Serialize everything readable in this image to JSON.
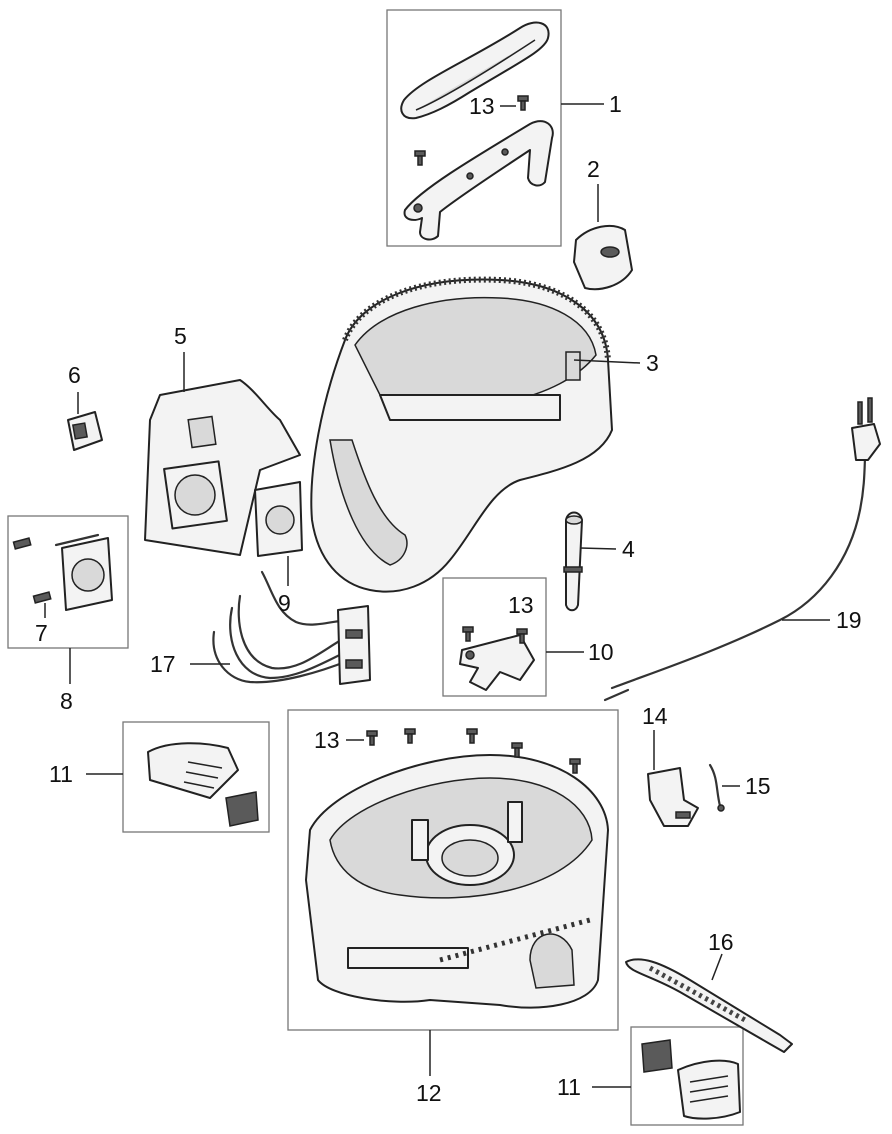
{
  "callouts": [
    {
      "id": "1",
      "text": "1"
    },
    {
      "id": "2",
      "text": "2"
    },
    {
      "id": "3",
      "text": "3"
    },
    {
      "id": "4",
      "text": "4"
    },
    {
      "id": "5",
      "text": "5"
    },
    {
      "id": "6",
      "text": "6"
    },
    {
      "id": "7",
      "text": "7"
    },
    {
      "id": "8",
      "text": "8"
    },
    {
      "id": "9",
      "text": "9"
    },
    {
      "id": "10",
      "text": "10"
    },
    {
      "id": "11a",
      "text": "11"
    },
    {
      "id": "11b",
      "text": "11"
    },
    {
      "id": "12",
      "text": "12"
    },
    {
      "id": "13a",
      "text": "13"
    },
    {
      "id": "13b",
      "text": "13"
    },
    {
      "id": "13c",
      "text": "13"
    },
    {
      "id": "14",
      "text": "14"
    },
    {
      "id": "15",
      "text": "15"
    },
    {
      "id": "16",
      "text": "16"
    },
    {
      "id": "17",
      "text": "17"
    },
    {
      "id": "19",
      "text": "19"
    }
  ]
}
